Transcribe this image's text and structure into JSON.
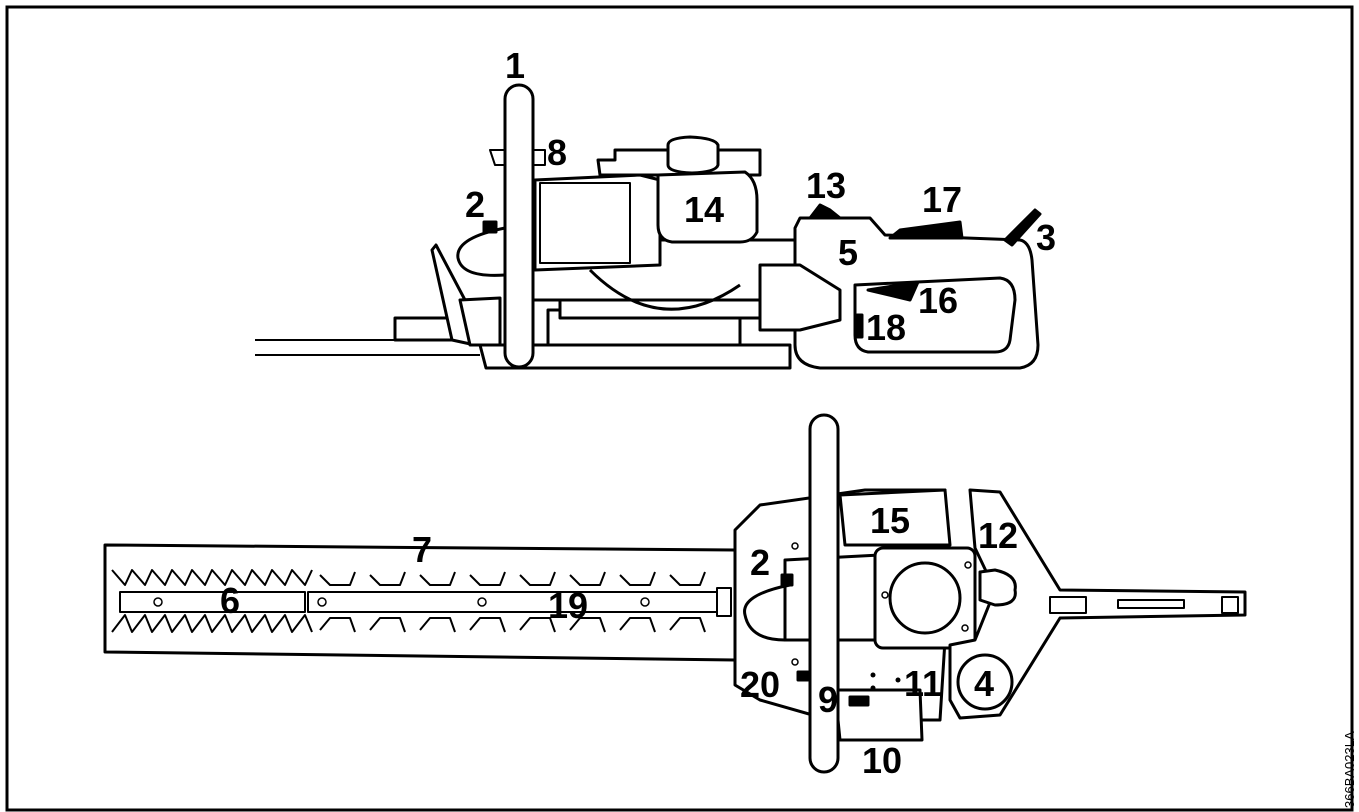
{
  "colors": {
    "line": "#000000",
    "background": "#ffffff"
  },
  "figure_code": "366BA023LA",
  "top_view_labels": {
    "front_handle": "1",
    "safety_guard": "2",
    "throttle_lockout": "3",
    "rear_handle_housing": "5",
    "cylinder_cover": "8",
    "choke": "13",
    "fuel_tank_cap": "14",
    "upper_grip": "17",
    "throttle_trigger": "16",
    "stop_switch": "18"
  },
  "bottom_view_labels": {
    "blade_guard_label": "7",
    "blade_tip": "6",
    "cutting_blade": "19",
    "safety_guard": "2",
    "starter_cover": "15",
    "starter_handle": "12",
    "primer_bulb": "4",
    "carb_adjust": "11",
    "choke_control": "9",
    "air_filter_cover": "10",
    "gear_housing": "20"
  }
}
